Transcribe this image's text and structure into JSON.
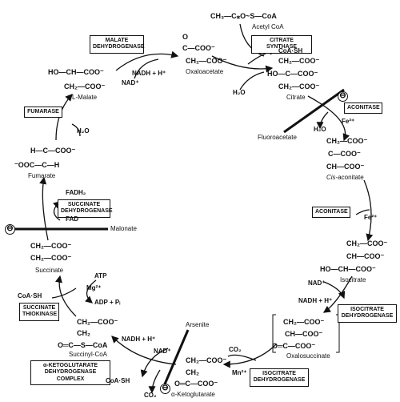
{
  "compounds": {
    "acetyl_coa_formula": "CH₃—C⁎O~S—CoA",
    "acetyl_coa_name": "Acetyl CoA",
    "oxaloacetate_co": "O",
    "oxaloacetate_formula_1": "C—COO⁻",
    "oxaloacetate_formula_2": "CH₂—COO⁻",
    "oxaloacetate_name": "Oxaloacetate",
    "citrate_formula_1": "CH₂—COO⁻",
    "citrate_formula_2": "HO—C—COO⁻",
    "citrate_formula_3": "CH₂—COO⁻",
    "citrate_name": "Citrate",
    "cis_aconitate_formula_1": "CH₂—COO⁻",
    "cis_aconitate_formula_2": "C—COO⁻",
    "cis_aconitate_formula_3": "CH—COO⁻",
    "cis_aconitate_name_italic": "Cis",
    "cis_aconitate_name_rest": "-aconitate",
    "isocitrate_formula_1": "CH₂—COO⁻",
    "isocitrate_formula_2": "CH—COO⁻",
    "isocitrate_formula_3": "HO—CH—COO⁻",
    "isocitrate_name": "Isocitrate",
    "oxalosuccinate_formula_1": "CH₂—COO⁻",
    "oxalosuccinate_formula_2": "CH—COO⁻",
    "oxalosuccinate_formula_3": "O═C—COO⁻",
    "oxalosuccinate_name": "Oxalosuccinate",
    "ketoglutarate_formula_1": "CH₂—COO⁻",
    "ketoglutarate_formula_2": "CH₂",
    "ketoglutarate_formula_3": "O═C—COO⁻",
    "ketoglutarate_name": "α-Ketoglutarate",
    "succinyl_coa_formula_1": "CH₂—COO⁻",
    "succinyl_coa_formula_2": "CH₂",
    "succinyl_coa_formula_3": "O═C—S—CoA",
    "succinyl_coa_name": "Succinyl-CoA",
    "succinate_formula_1": "CH₂—COO⁻",
    "succinate_formula_2": "CH₂—COO⁻",
    "succinate_name": "Succinate",
    "fumarate_formula_1": "H—C—COO⁻",
    "fumarate_formula_2": "⁻OOC—C—H",
    "fumarate_name": "Fumarate",
    "malate_formula_1": "HO—CH—COO⁻",
    "malate_formula_2": "CH₂—COO⁻",
    "malate_name": "L-Malate"
  },
  "enzymes": {
    "malate_dh": "MALATE DEHYDROGENASE",
    "citrate_synthase": "CITRATE SYNTHASE",
    "aconitase_1": "ACONITASE",
    "aconitase_2": "ACONITASE",
    "isocitrate_dh_1": "ISOCITRATE DEHYDROGENASE",
    "isocitrate_dh_2": "ISOCITRATE DEHYDROGENASE",
    "akg_dh_complex": "α-KETOGLUTARATE DEHYDROGENASE COMPLEX",
    "succinate_thiokinase": "SUCCINATE THIOKINASE",
    "succinate_dh": "SUCCINATE DEHYDROGENASE",
    "fumarase": "FUMARASE"
  },
  "cofactors": {
    "coash_1": "CoA·SH",
    "h2o_citrate": "H₂O",
    "h2o_aconitase": "H₂O",
    "fe_1": "Fe²⁺",
    "fe_2": "Fe²⁺",
    "nad_isocitrate": "NAD⁺",
    "nadh_isocitrate": "NADH + H⁺",
    "co2_isocitrate": "CO₂",
    "mn": "Mn²⁺",
    "nad_akg": "NAD⁺",
    "nadh_akg": "NADH + H⁺",
    "coash_akg": "CoA·SH",
    "co2_akg": "CO₂",
    "atp": "ATP",
    "mg": "Mg²⁺",
    "adp": "ADP + Pᵢ",
    "coash_thio": "CoA·SH",
    "fadh2": "FADH₂",
    "fad": "FAD",
    "h2o_fumarase": "H₂O",
    "nad_malate": "NAD⁺",
    "nadh_malate": "NADH + H⁺"
  },
  "inhibitors": {
    "fluoroacetate": "Fluoroacetate",
    "malonate": "Malonate",
    "arsenite": "Arsenite",
    "minus_sign": "⊖"
  }
}
